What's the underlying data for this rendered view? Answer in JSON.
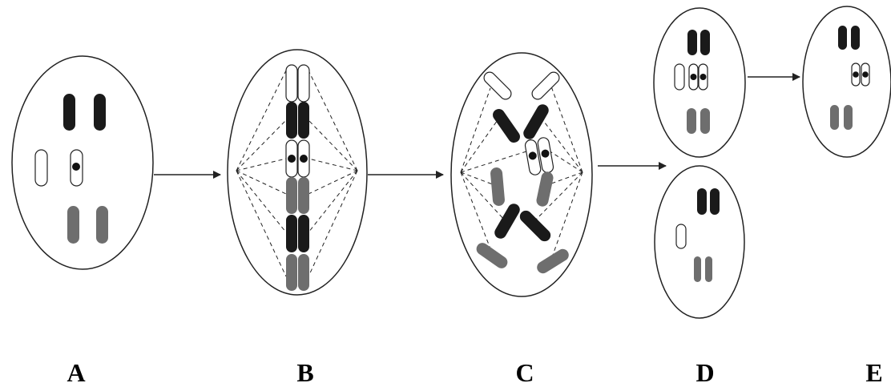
{
  "labels": {
    "a": "A",
    "b": "B",
    "c": "C",
    "d": "D",
    "e": "E"
  },
  "colors": {
    "outline": "#222222",
    "black_chromosome": "#1a1a1a",
    "grey_chromosome": "#6e6e6e",
    "white_chromosome": "#ffffff",
    "spindle": "#222222"
  }
}
